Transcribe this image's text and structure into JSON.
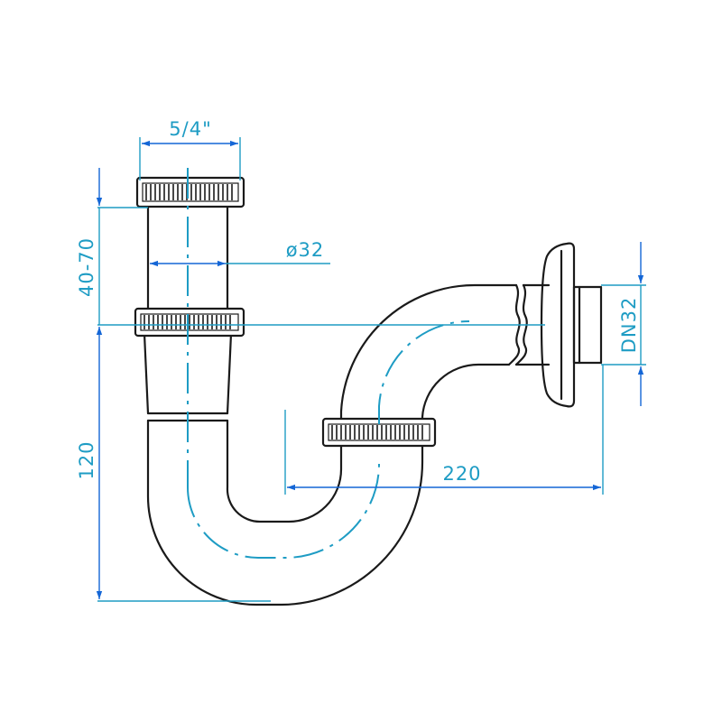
{
  "colors": {
    "outline": "#1a1a1a",
    "dimension": "#1e9cc4",
    "centerline": "#1e9cc4",
    "arrow": "#1466d6"
  },
  "dimensions": {
    "top_width": "5/4\"",
    "pipe_diameter": "ø32",
    "height_adjust": "40-70",
    "height_total": "120",
    "outlet_length": "220",
    "outlet_size": "DN32"
  }
}
